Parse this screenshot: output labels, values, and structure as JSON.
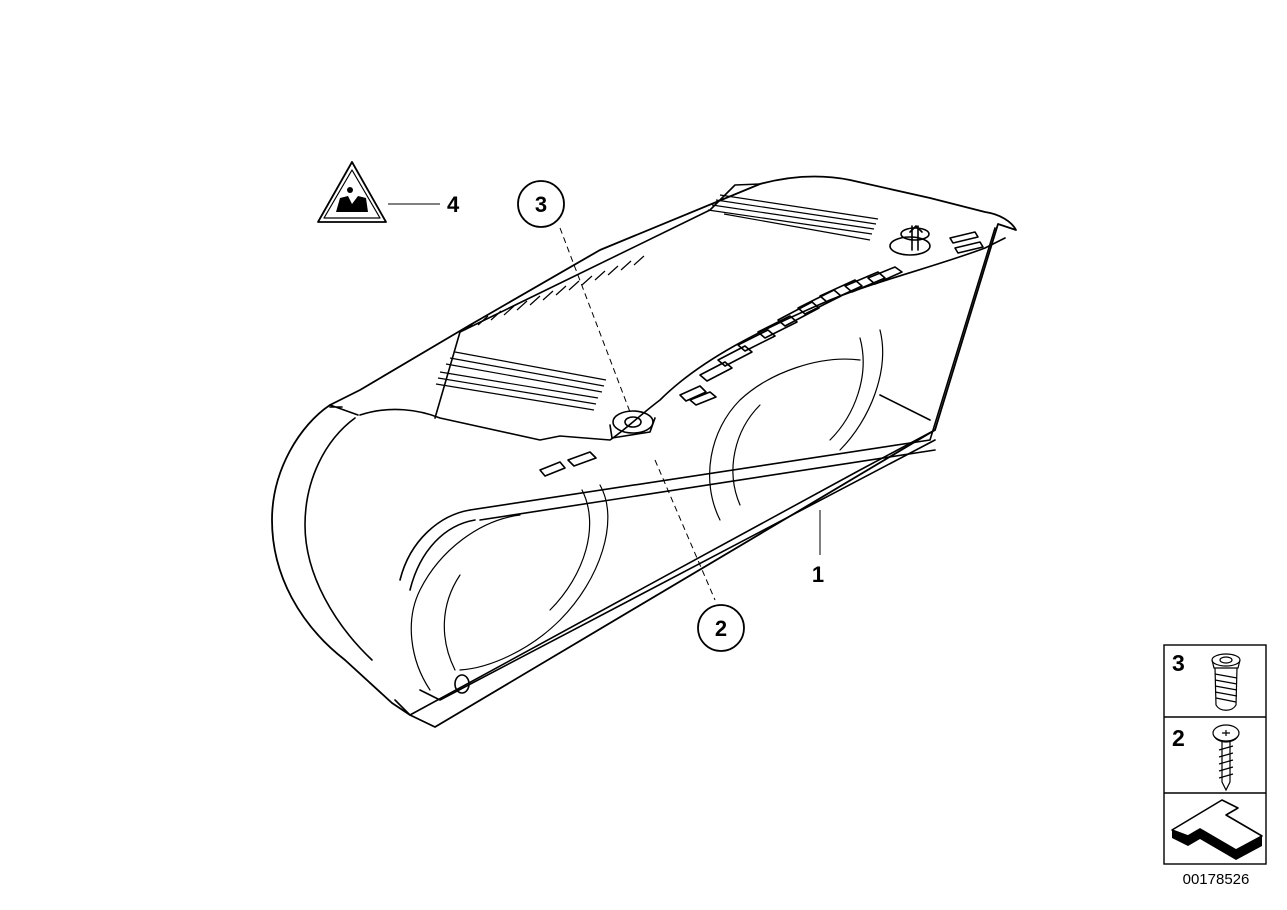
{
  "diagram": {
    "id_number": "00178526",
    "callouts": {
      "part_1": "1",
      "part_2": "2",
      "part_3": "3",
      "part_4": "4"
    },
    "legend": {
      "row_3_label": "3",
      "row_2_label": "2",
      "direction_icon": "front-direction-arrow-icon"
    },
    "icons": {
      "warning_label": "warning-triangle-label-icon",
      "instrument_cluster": "instrument-cluster-housing",
      "expanding_nut": "expanding-nut-icon",
      "screw": "screw-icon"
    }
  }
}
